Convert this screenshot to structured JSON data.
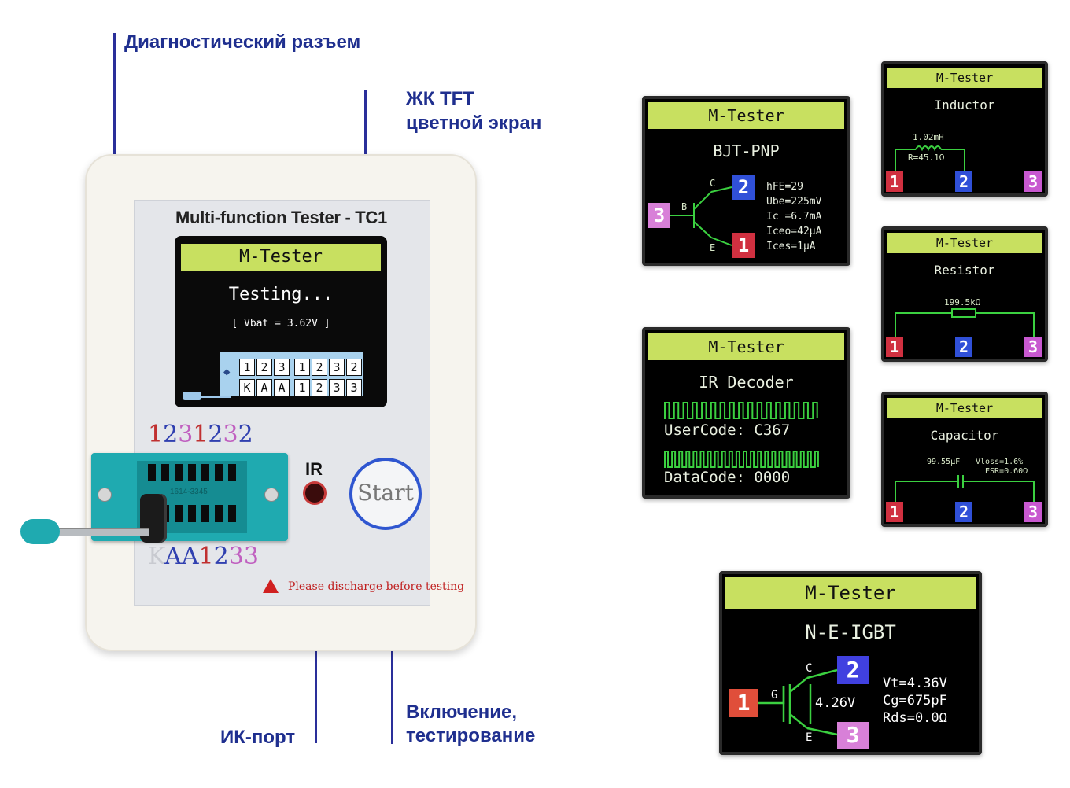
{
  "callouts": {
    "diag_port": "Диагностический разъем",
    "tft_line1": "ЖК TFT",
    "tft_line2": "цветной экран",
    "ir_port": "ИК-порт",
    "start_line1": "Включение,",
    "start_line2": "тестирование"
  },
  "device": {
    "title": "Multi-function Tester - TC1",
    "screen": {
      "header": "M-Tester",
      "status": "Testing...",
      "vbat": "[ Vbat = 3.62V ]",
      "row1": [
        "1",
        "2",
        "3",
        "1",
        "2",
        "3",
        "2"
      ],
      "row2": [
        "K",
        "A",
        "A",
        "1",
        "2",
        "3",
        "3"
      ]
    },
    "pin_labels_top": [
      "1",
      "2",
      "3",
      "1",
      "2",
      "3",
      "2"
    ],
    "pin_labels_bottom": [
      "K",
      "A",
      "A",
      "1",
      "2",
      "3",
      "3"
    ],
    "socket_text": "1614-3345",
    "ir_label": "IR",
    "start_label": "Start",
    "warning": "Please discharge before testing",
    "colors": {
      "pin1": "#c03030",
      "pin2": "#3040b0",
      "pin3": "#c060c0",
      "accent": "#2336a0"
    }
  },
  "screens": {
    "bjt": {
      "header": "M-Tester",
      "title": "BJT-PNP",
      "pin_b": "3",
      "pin_c": "2",
      "pin_e": "1",
      "lbl_b": "B",
      "lbl_c": "C",
      "lbl_e": "E",
      "params": [
        "hFE=29",
        "Ube=225mV",
        "Ic =6.7mA",
        "Iceo=42μA",
        "Ices=1μA"
      ]
    },
    "inductor": {
      "header": "M-Tester",
      "title": "Inductor",
      "value": "1.02mH",
      "resistance": "R=45.1Ω",
      "pins": [
        "1",
        "2",
        "3"
      ]
    },
    "resistor": {
      "header": "M-Tester",
      "title": "Resistor",
      "value": "199.5kΩ",
      "pins": [
        "1",
        "2",
        "3"
      ]
    },
    "ir": {
      "header": "M-Tester",
      "title": "IR Decoder",
      "user_code": "UserCode: C367",
      "data_code": "DataCode: 0000"
    },
    "capacitor": {
      "header": "M-Tester",
      "title": "Capacitor",
      "value": "99.55μF",
      "vloss": "Vloss=1.6%",
      "esr": "ESR=0.60Ω",
      "pins": [
        "1",
        "2",
        "3"
      ]
    },
    "igbt": {
      "header": "M-Tester",
      "title": "N-E-IGBT",
      "pin_g": "1",
      "pin_c": "2",
      "pin_e": "3",
      "lbl_g": "G",
      "lbl_c": "C",
      "lbl_e": "E",
      "diode": "4.26V",
      "params": [
        "Vt=4.36V",
        "Cg=675pF",
        "Rds=0.0Ω"
      ]
    }
  }
}
